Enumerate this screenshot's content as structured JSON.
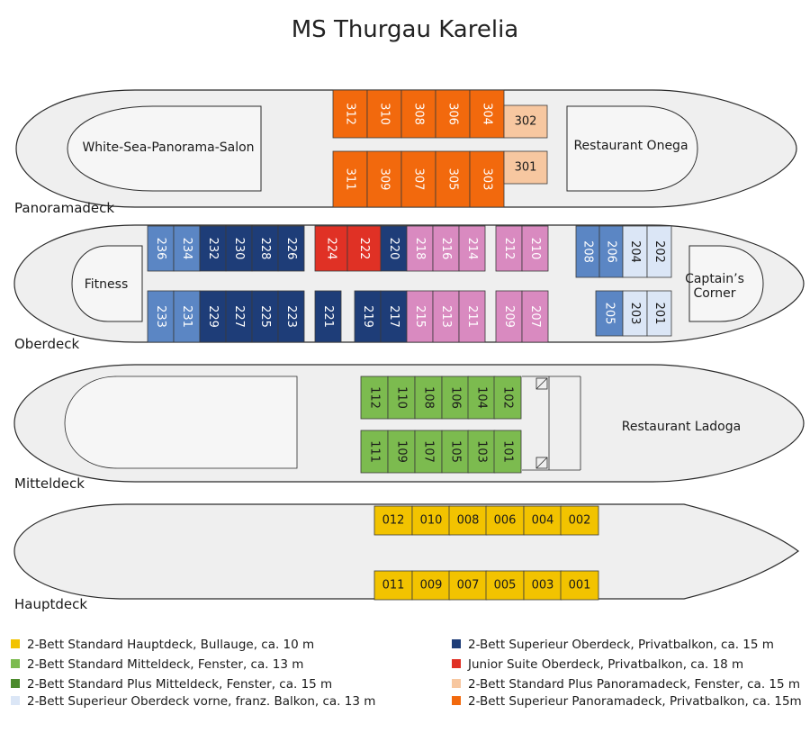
{
  "title": "MS Thurgau Karelia",
  "colors": {
    "hull_fill": "#efefef",
    "hull_stroke": "#2a2a2a",
    "hauptdeck": "#f2c300",
    "mitteldeck": "#7cbb4f",
    "mitteldeck_plus": "#4b8a2c",
    "oberdeck_vorne": "#dbe6f6",
    "oberdeck_sup": "#1e3d78",
    "oberdeck_standard": "#5b86c4",
    "junior_suite": "#e03125",
    "panorama_plus": "#f7c7a0",
    "panorama_sup": "#f2690d",
    "pink": "#d98ac0"
  },
  "decks": [
    {
      "name": "Panoramadeck",
      "rooms": [
        "312",
        "310",
        "308",
        "306",
        "304",
        "302",
        "311",
        "309",
        "307",
        "305",
        "303",
        "301"
      ],
      "areas": [
        "White-Sea-Panorama-Salon",
        "Restaurant Onega"
      ]
    },
    {
      "name": "Oberdeck",
      "rooms": [
        "236",
        "234",
        "232",
        "230",
        "228",
        "226",
        "224",
        "222",
        "220",
        "218",
        "216",
        "214",
        "212",
        "210",
        "208",
        "206",
        "204",
        "202",
        "233",
        "231",
        "229",
        "227",
        "225",
        "223",
        "221",
        "219",
        "217",
        "215",
        "213",
        "211",
        "209",
        "207",
        "205",
        "203",
        "201"
      ],
      "areas": [
        "Fitness",
        "Captain’s Corner"
      ]
    },
    {
      "name": "Mitteldeck",
      "rooms": [
        "112",
        "110",
        "108",
        "106",
        "104",
        "102",
        "111",
        "109",
        "107",
        "105",
        "103",
        "101"
      ],
      "areas": [
        "Restaurant Ladoga"
      ]
    },
    {
      "name": "Hauptdeck",
      "rooms": [
        "012",
        "010",
        "008",
        "006",
        "004",
        "002",
        "011",
        "009",
        "007",
        "005",
        "003",
        "001"
      ],
      "areas": []
    }
  ],
  "legend": [
    {
      "label": "2-Bett Standard Hauptdeck, Bullauge, ca. 10 m",
      "color": "#f2c300"
    },
    {
      "label": "2-Bett Standard Mitteldeck, Fenster, ca. 13 m",
      "color": "#7cbb4f"
    },
    {
      "label": "2-Bett Standard Plus Mitteldeck, Fenster, ca. 15 m",
      "color": "#4b8a2c"
    },
    {
      "label": "2-Bett Superieur Oberdeck vorne, franz. Balkon, ca. 13 m",
      "color": "#dbe6f6"
    },
    {
      "label": "2-Bett Superieur Oberdeck, Privatbalkon, ca. 15 m",
      "color": "#1e3d78"
    },
    {
      "label": "Junior Suite Oberdeck, Privatbalkon, ca. 18 m",
      "color": "#e03125"
    },
    {
      "label": "2-Bett Standard Plus Panoramadeck, Fenster, ca. 15 m",
      "color": "#f7c7a0"
    },
    {
      "label": "2-Bett Superieur Panoramadeck, Privatbalkon, ca. 15m",
      "color": "#f2690d"
    }
  ]
}
